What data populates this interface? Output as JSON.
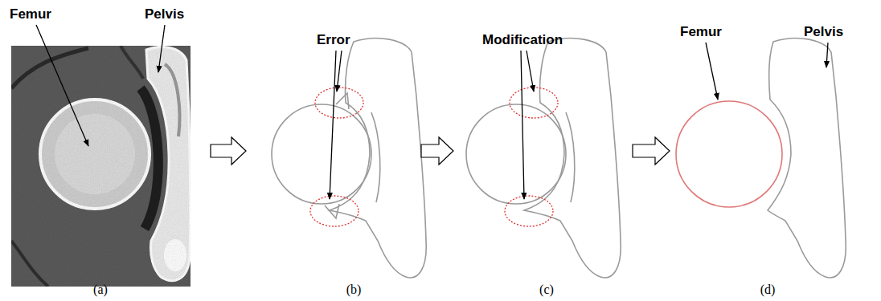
{
  "diagram": {
    "nodes": [
      {
        "text": [
          "(a)"
        ]
      },
      {
        "text": [
          "(b)"
        ]
      },
      {
        "text": [
          "(c)"
        ]
      },
      {
        "text": [
          "(d)"
        ]
      }
    ],
    "edges": [
      {
        "from": 0,
        "to": 1,
        "arrow": "to"
      },
      {
        "from": 1,
        "to": 2,
        "arrow": "to"
      },
      {
        "from": 2,
        "to": 3,
        "arrow": "to"
      }
    ],
    "labels": [
      "Femur",
      "Pelvis",
      "Error",
      "Modification",
      "Femur",
      "Pelvis"
    ]
  }
}
